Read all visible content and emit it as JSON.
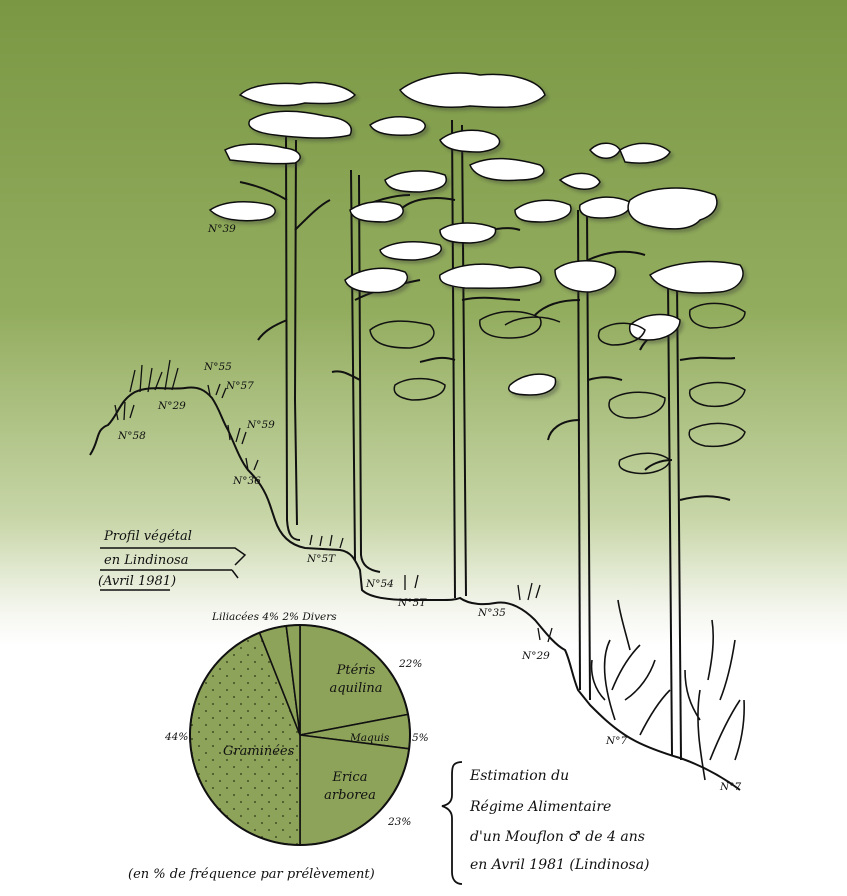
{
  "colors": {
    "sky_top": "#7c9a45",
    "sky_mid": "#a9bf7a",
    "pie_fill": "#8ea35a",
    "ink": "#111111"
  },
  "sample_labels": [
    {
      "id": "n39",
      "text": "N°39"
    },
    {
      "id": "n55",
      "text": "N°55"
    },
    {
      "id": "n57",
      "text": "N°57"
    },
    {
      "id": "n29a",
      "text": "N°29"
    },
    {
      "id": "n58",
      "text": "N°58"
    },
    {
      "id": "n59",
      "text": "N°59"
    },
    {
      "id": "n36",
      "text": "N°36"
    },
    {
      "id": "n5t_a",
      "text": "N°5T"
    },
    {
      "id": "n54",
      "text": "N°54"
    },
    {
      "id": "n5t_b",
      "text": "N°5T"
    },
    {
      "id": "n35",
      "text": "N°35"
    },
    {
      "id": "n29b",
      "text": "N°29"
    },
    {
      "id": "n7a",
      "text": "N°7"
    },
    {
      "id": "n7b",
      "text": "N°7"
    }
  ],
  "profile_caption": {
    "line1": "Profil végétal",
    "line2": "en Lindinosa",
    "line3": "(Avril 1981)"
  },
  "chart_data": {
    "type": "pie",
    "unit": "%",
    "slices": [
      {
        "label": "Ptéris aquilina",
        "value": 22,
        "value_label": "22%",
        "pattern": "plain"
      },
      {
        "label": "Maquis",
        "value": 5,
        "value_label": "5%",
        "pattern": "plain"
      },
      {
        "label": "Erica arborea",
        "value": 23,
        "value_label": "23%",
        "pattern": "plain"
      },
      {
        "label": "Graminées",
        "value": 44,
        "value_label": "44%",
        "pattern": "dotted"
      },
      {
        "label": "Liliacées",
        "value": 4,
        "value_label": "4%",
        "pattern": "plain"
      },
      {
        "label": "Divers",
        "value": 2,
        "value_label": "2%",
        "pattern": "plain"
      }
    ],
    "top_legend": "Liliacées 4% 2% Divers",
    "footnote": "(en % de fréquence par prélèvement)"
  },
  "estimation_caption": {
    "line1": "Estimation du",
    "line2": "Régime Alimentaire",
    "line3": "d'un Mouflon ♂ de 4 ans",
    "line4": "en Avril 1981 (Lindinosa)"
  }
}
